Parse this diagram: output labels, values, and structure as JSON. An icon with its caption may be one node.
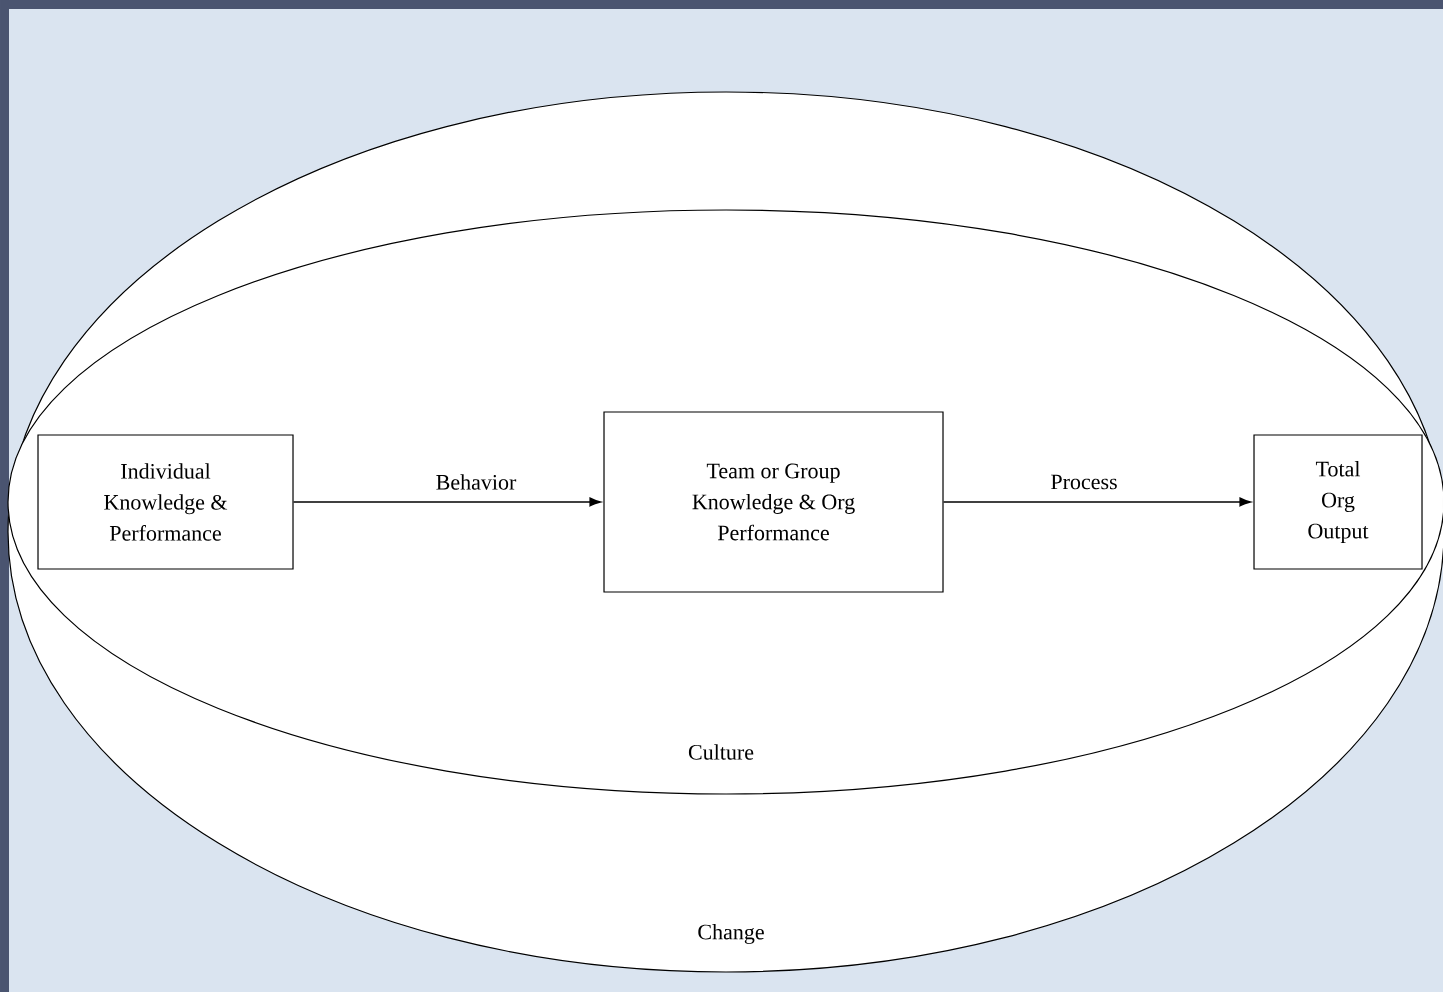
{
  "diagram": {
    "nodes": [
      {
        "text": [
          "Change"
        ]
      },
      {
        "text": [
          "Culture"
        ],
        "in": 0
      },
      {
        "text": [
          "Individual Knowledge & Performance"
        ],
        "in": 1
      },
      {
        "text": [
          "Team or Group Knowledge & Org Performance"
        ],
        "in": 1
      },
      {
        "text": [
          "Total Org Output"
        ],
        "in": 1
      }
    ],
    "edges": [
      {
        "from": 2,
        "to": 3,
        "arrow": "to",
        "label": "Behavior"
      },
      {
        "from": 3,
        "to": 4,
        "arrow": "to",
        "label": "Process"
      }
    ]
  }
}
